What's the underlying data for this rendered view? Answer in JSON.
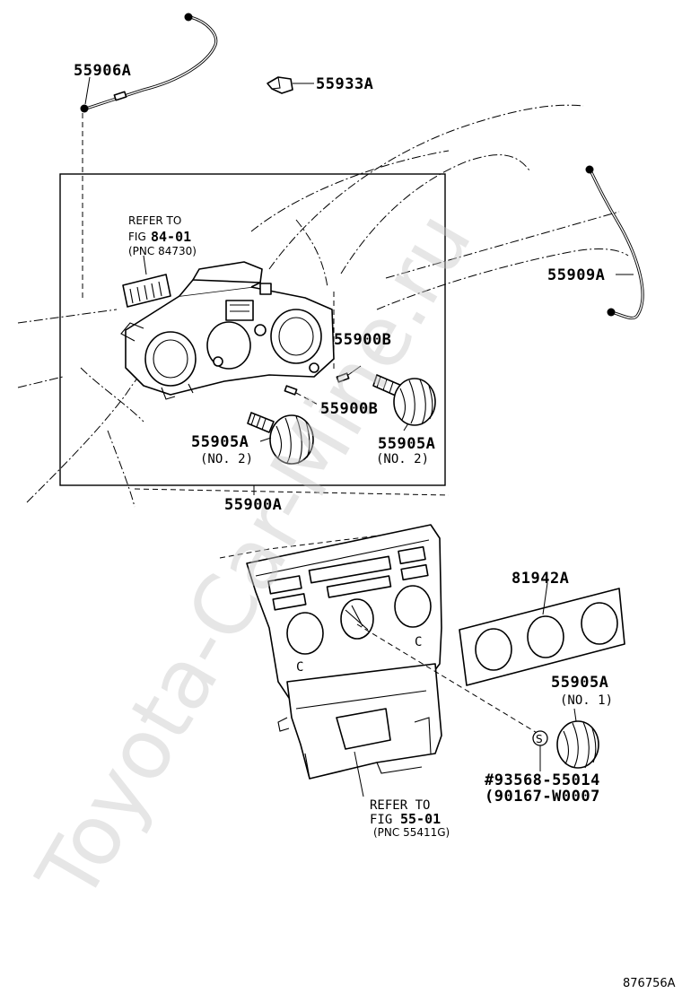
{
  "watermark": "Toyota-Car-Mine.ru",
  "figure_id": "876756A",
  "labels": {
    "p55906A": "55906A",
    "p55933A": "55933A",
    "p55909A": "55909A",
    "p55900B_1": "55900B",
    "p55900B_2": "55900B",
    "p55905A_left": "55905A",
    "p55905A_left_sub": "(NO. 2)",
    "p55905A_right": "55905A",
    "p55905A_right_sub": "(NO. 2)",
    "p55900A": "55900A",
    "p81942A": "81942A",
    "p55905A_no1": "55905A",
    "p55905A_no1_sub": "(NO. 1)",
    "screw_1": "#93568-55014",
    "screw_2": "(90167-W0007",
    "screw_symbol": "S"
  },
  "refs": {
    "ref1_line1": "REFER TO",
    "ref1_fig_prefix": "FIG",
    "ref1_fig_num": "84-01",
    "ref1_pnc": "(PNC 84730)",
    "ref2_line1": "REFER TO",
    "ref2_fig_prefix": "FIG",
    "ref2_fig_num": "55-01",
    "ref2_pnc": "(PNC 55411G)"
  }
}
